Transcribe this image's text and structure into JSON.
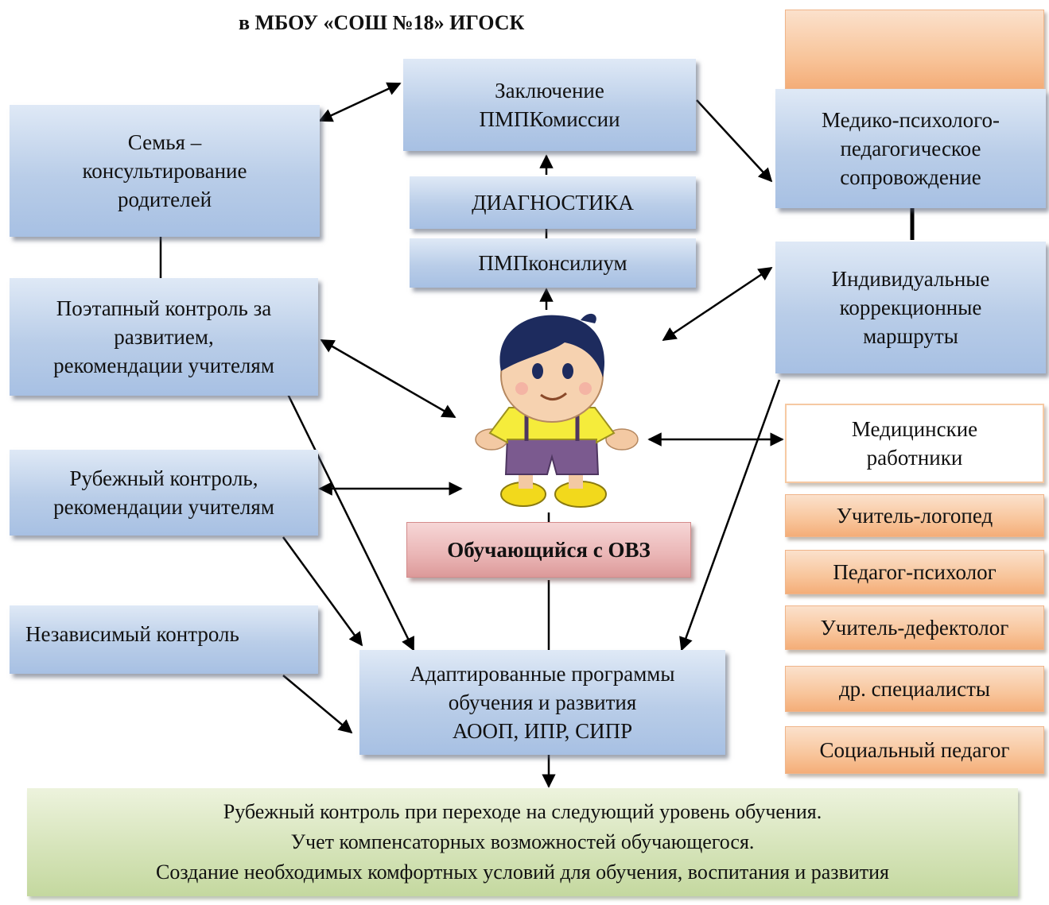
{
  "title": "в МБОУ «СОШ №18» ИГОСК",
  "nodes": {
    "conclusion": [
      "Заключение",
      "ПМПКомиссии"
    ],
    "diagnostics": "ДИАГНОСТИКА",
    "consilium": "ПМПконсилиум",
    "family": [
      "Семья –",
      "консультирование",
      "родителей"
    ],
    "staged_control": [
      "Поэтапный контроль за",
      "развитием,",
      "рекомендации учителям"
    ],
    "boundary_control": [
      "Рубежный контроль,",
      "рекомендации учителям"
    ],
    "independent_control": "Независимый контроль",
    "student": "Обучающийся с ОВЗ",
    "programs": [
      "Адаптированные программы",
      "обучения и развития",
      "АООП, ИПР, СИПР"
    ],
    "mpp_support": [
      "Медико-психолого-",
      "педагогическое",
      "сопровождение"
    ],
    "routes": [
      "Индивидуальные",
      "коррекционные",
      "маршруты"
    ],
    "medical": [
      "Медицинские",
      "работники"
    ],
    "specialists": [
      "Учитель-логопед",
      "Педагог-психолог",
      "Учитель-дефектолог",
      "др. специалисты",
      "Социальный педагог"
    ],
    "result": [
      "Рубежный контроль при переходе на следующий уровень обучения.",
      "Учет компенсаторных возможностей обучающегося.",
      "Создание необходимых комфортных условий для обучения, воспитания и развития"
    ]
  },
  "colors": {
    "blue_box": "#b9cde8",
    "orange_box": "#f8c59b",
    "pink_box": "#eab5b5",
    "green_box": "#d6e4ba",
    "connector": "#000000"
  }
}
